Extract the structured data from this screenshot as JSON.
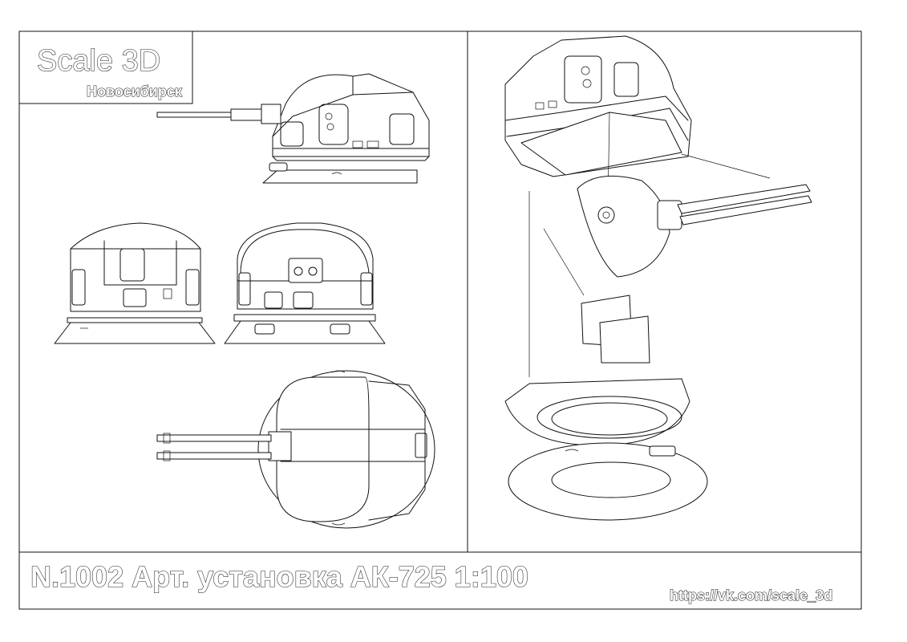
{
  "logo": {
    "brand": "Scale 3D",
    "city": "Новосибирск"
  },
  "title": "N.1002 Арт. установка АК-725  1:100",
  "url": "https://vk.com/scale_3d"
}
